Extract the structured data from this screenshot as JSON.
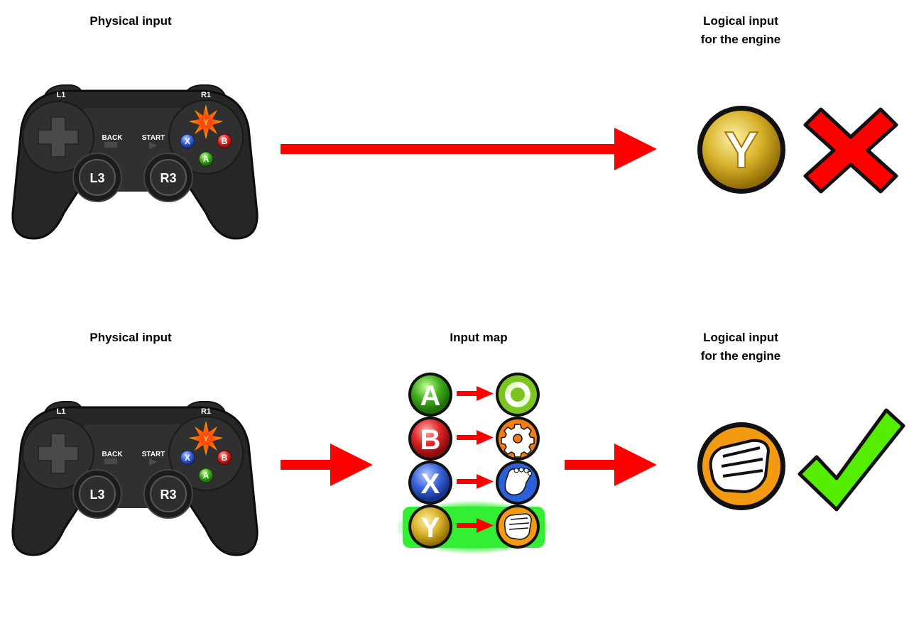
{
  "top_row": {
    "physical_label": "Physical input",
    "logical_label_line1": "Logical input",
    "logical_label_line2": "for the engine",
    "logical_button": "Y",
    "result": "cross"
  },
  "bottom_row": {
    "physical_label": "Physical input",
    "map_label": "Input map",
    "logical_label_line1": "Logical input",
    "logical_label_line2": "for the engine",
    "result": "check"
  },
  "controller": {
    "shoulder_left": "L1",
    "shoulder_right": "R1",
    "back_label": "BACK",
    "start_label": "START",
    "stick_left": "L3",
    "stick_right": "R3",
    "buttons": {
      "y": "Y",
      "x": "X",
      "b": "B",
      "a": "A"
    },
    "pressed_button": "Y"
  },
  "input_map": [
    {
      "button": "A",
      "button_color": "#3fae1c",
      "action_icon": "vortex-icon",
      "action_color": "#7cc520"
    },
    {
      "button": "B",
      "button_color": "#d92020",
      "action_icon": "gear-icon",
      "action_color": "#f07d14"
    },
    {
      "button": "X",
      "button_color": "#2d5fd6",
      "action_icon": "foot-icon",
      "action_color": "#2d5fd6"
    },
    {
      "button": "Y",
      "button_color": "#c9a21a",
      "action_icon": "fist-icon",
      "action_color": "#f29a12",
      "highlighted": true
    }
  ],
  "colors": {
    "arrow": "#ff0000",
    "highlight": "#33ee33",
    "cross": "#ff0000",
    "check": "#55ee00"
  }
}
